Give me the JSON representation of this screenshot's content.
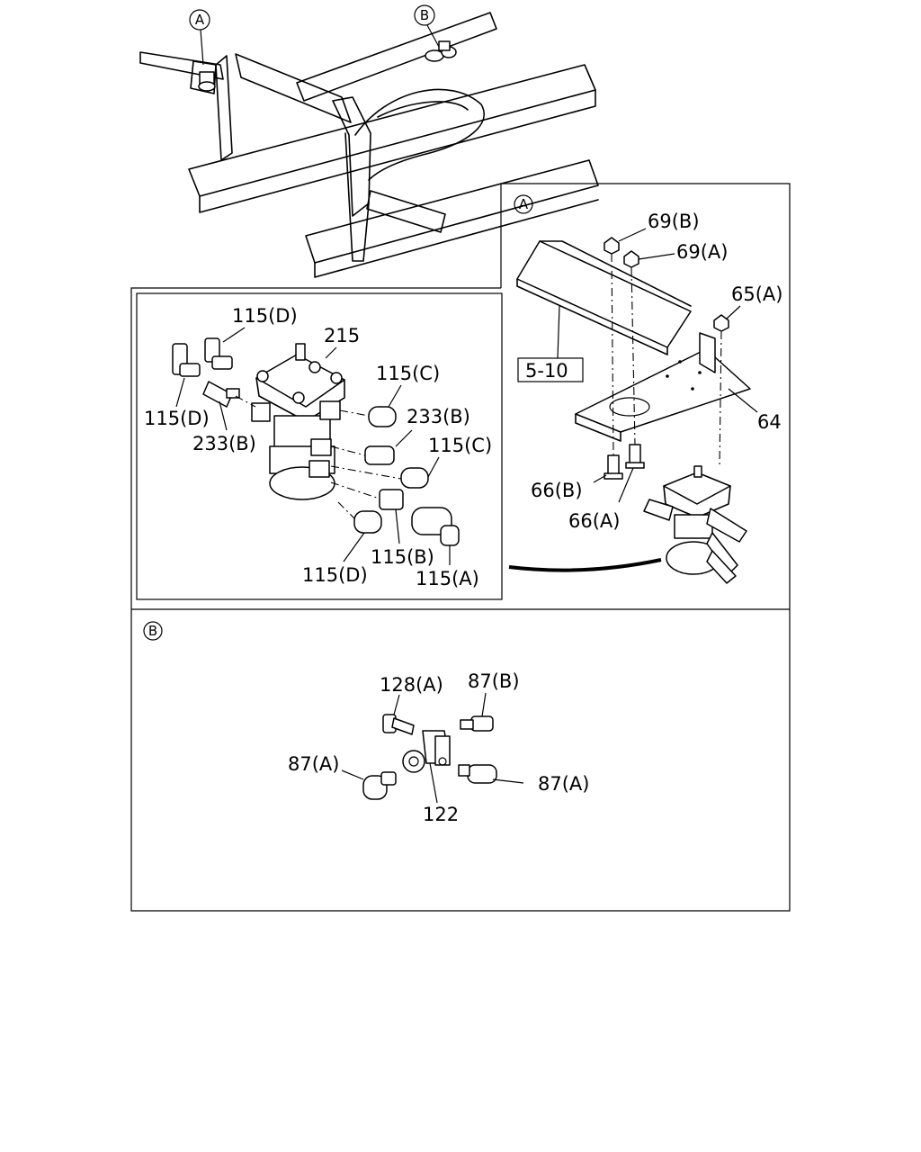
{
  "callouts": {
    "a": "A",
    "b": "B"
  },
  "labels": {
    "l69b": "69(B)",
    "l69a": "69(A)",
    "l65a": "65(A)",
    "l510": "5-10",
    "l64": "64",
    "l66b": "66(B)",
    "l66a": "66(A)",
    "l115d_top": "115(D)",
    "l215": "215",
    "l115c_top": "115(C)",
    "l115d_left": "115(D)",
    "l233b_right": "233(B)",
    "l233b_left": "233(B)",
    "l115c_right": "115(C)",
    "l115b": "115(B)",
    "l115d_bottom": "115(D)",
    "l115a": "115(A)",
    "l128a": "128(A)",
    "l87b": "87(B)",
    "l87a_left": "87(A)",
    "l87a_right": "87(A)",
    "l122": "122"
  }
}
